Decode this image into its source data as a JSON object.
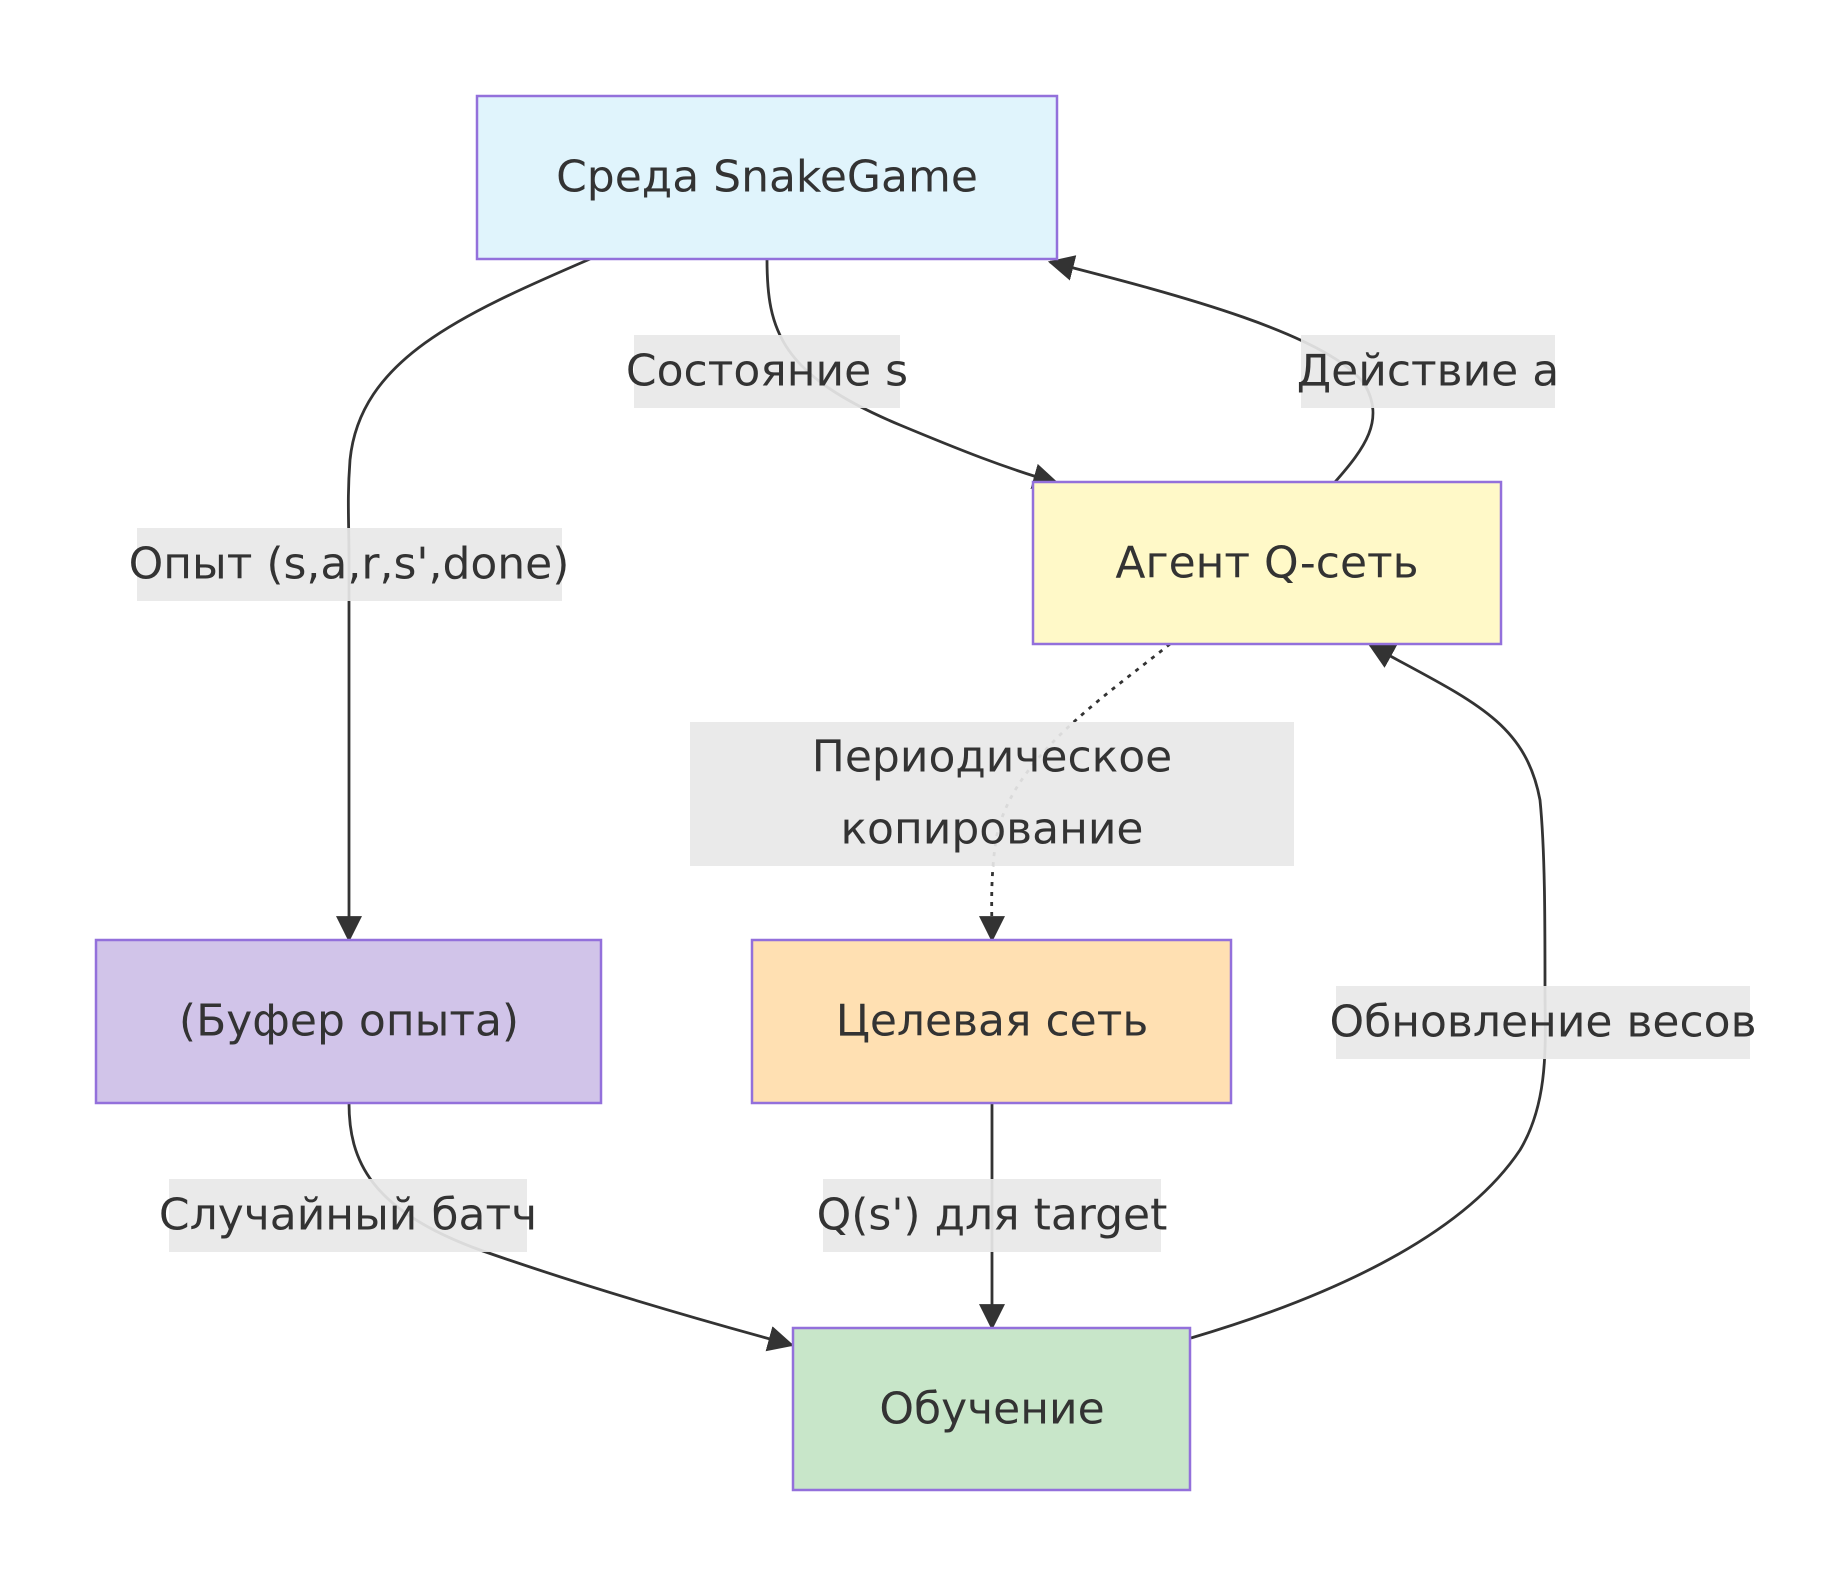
{
  "nodes": {
    "env": {
      "label": "Среда SnakeGame",
      "color": "#e0f4fc"
    },
    "agent": {
      "label": "Агент Q-сеть",
      "color": "#fff9c8"
    },
    "buffer": {
      "label": "(Буфер опыта)",
      "color": "#d1c4e9"
    },
    "target": {
      "label": "Целевая сеть",
      "color": "#ffe0b2"
    },
    "train": {
      "label": "Обучение",
      "color": "#c8e6c9"
    }
  },
  "edges": {
    "state": {
      "label": "Состояние s"
    },
    "action": {
      "label": "Действие a"
    },
    "experience": {
      "label": "Опыт (s,a,r,s',done)"
    },
    "copy": {
      "line1": "Периодическое",
      "line2": "копирование"
    },
    "batch": {
      "label": "Случайный батч"
    },
    "q_target": {
      "label": "Q(s') для target"
    },
    "update": {
      "label": "Обновление весов"
    }
  },
  "colors": {
    "node_border": "#9370db",
    "edge": "#333333",
    "label_background": "#e8e8e8",
    "text": "#333333"
  }
}
